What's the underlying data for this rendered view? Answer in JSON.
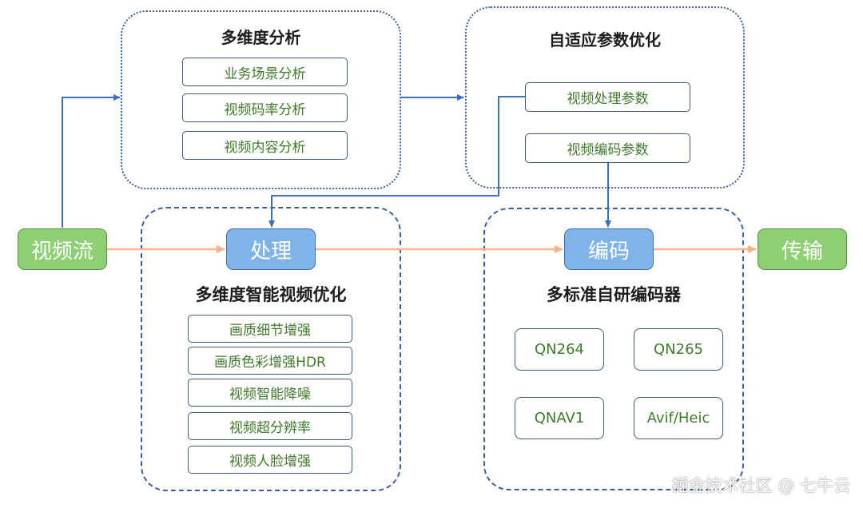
{
  "analysis_panel": {
    "title": "多维度分析",
    "items": [
      "业务场景分析",
      "视频码率分析",
      "视频内容分析"
    ]
  },
  "adaptive_panel": {
    "title": "自适应参数优化",
    "items": [
      "视频处理参数",
      "视频编码参数"
    ]
  },
  "nodes": {
    "source": "视频流",
    "process": "处理",
    "encode": "编码",
    "transmit": "传输"
  },
  "processing_panel": {
    "title": "多维度智能视频优化",
    "items": [
      "画质细节增强",
      "画质色彩增强HDR",
      "视频智能降噪",
      "视频超分辨率",
      "视频人脸增强"
    ]
  },
  "encoder_panel": {
    "title": "多标准自研编码器",
    "codecs": [
      "QN264",
      "QN265",
      "QNAV1",
      "Avif/Heic"
    ]
  },
  "watermark": "掘金技术社区 @ 七牛云",
  "colors": {
    "main_flow_arrow": "#f5b38b",
    "control_arrow": "#3e6fba",
    "panel_border": "#3b5f9e",
    "node_green": "#8fcf73",
    "node_blue": "#7fb3ea",
    "item_text": "#3f7a2a"
  }
}
